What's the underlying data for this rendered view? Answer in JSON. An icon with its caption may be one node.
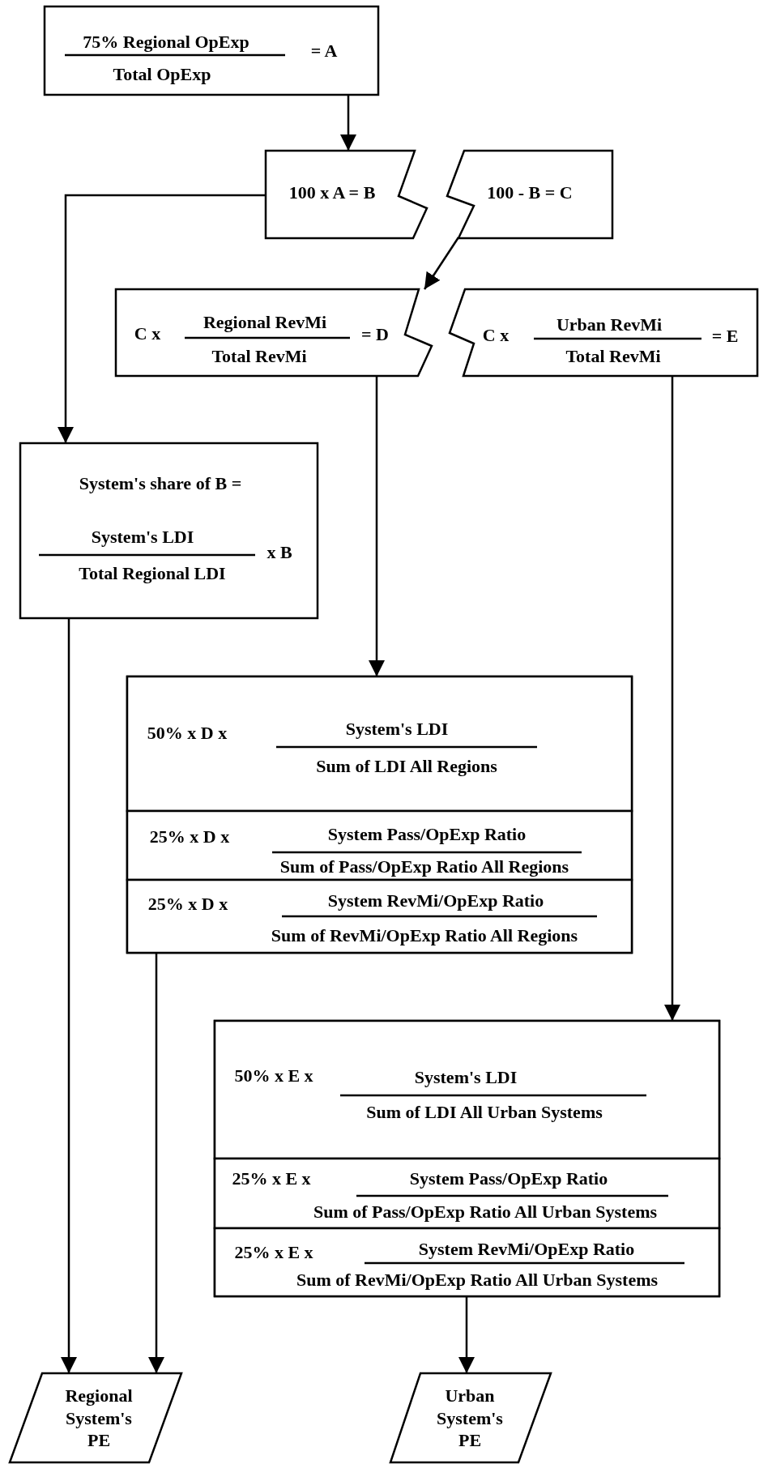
{
  "diagram": {
    "nodes": [
      {
        "text": [
          "75% Regional OpExp",
          "Total OpExp",
          "= A"
        ]
      },
      {
        "text": [
          "100 x A = B"
        ]
      },
      {
        "text": [
          "100 - B = C"
        ]
      },
      {
        "text": [
          "C x",
          "Regional RevMi",
          "Total RevMi",
          "= D"
        ]
      },
      {
        "text": [
          "C x",
          "Urban RevMi",
          "Total RevMi",
          "= E"
        ]
      },
      {
        "text": [
          "System's share of B =",
          "System's LDI",
          "Total Regional LDI",
          "x B"
        ]
      },
      {
        "text": [],
        "shape": "box"
      },
      {
        "text": [
          "50% x D x",
          "System's LDI",
          "Sum of LDI All Regions"
        ],
        "in": 6
      },
      {
        "text": [
          "25% x D x",
          "System Pass/OpExp Ratio",
          "Sum of Pass/OpExp Ratio All Regions"
        ],
        "in": 6
      },
      {
        "text": [
          "25% x D x",
          "System RevMi/OpExp Ratio",
          "Sum of RevMi/OpExp Ratio All Regions"
        ],
        "in": 6
      },
      {
        "text": [],
        "shape": "box"
      },
      {
        "text": [
          "50% x E x",
          "System's LDI",
          "Sum of LDI All Urban Systems"
        ],
        "in": 10
      },
      {
        "text": [
          "25% x E x",
          "System Pass/OpExp Ratio",
          "Sum of Pass/OpExp Ratio All Urban Systems"
        ],
        "in": 10
      },
      {
        "text": [
          "25% x E x",
          "System RevMi/OpExp Ratio",
          "Sum of RevMi/OpExp Ratio All Urban Systems"
        ],
        "in": 10
      },
      {
        "text": [
          "Regional System's PE"
        ]
      },
      {
        "text": [
          "Urban System's PE"
        ]
      }
    ],
    "edges": [
      {
        "from": 0,
        "to": 1,
        "arrow": "to"
      },
      {
        "from": 1,
        "to": 5,
        "arrow": "to"
      },
      {
        "from": 2,
        "to": 3,
        "arrow": "to"
      },
      {
        "from": 3,
        "to": 6,
        "arrow": "to"
      },
      {
        "from": 4,
        "to": 10,
        "arrow": "to"
      },
      {
        "from": 5,
        "to": 14,
        "arrow": "to"
      },
      {
        "from": 6,
        "to": 14,
        "arrow": "to"
      },
      {
        "from": 10,
        "to": 15,
        "arrow": "to"
      }
    ]
  }
}
